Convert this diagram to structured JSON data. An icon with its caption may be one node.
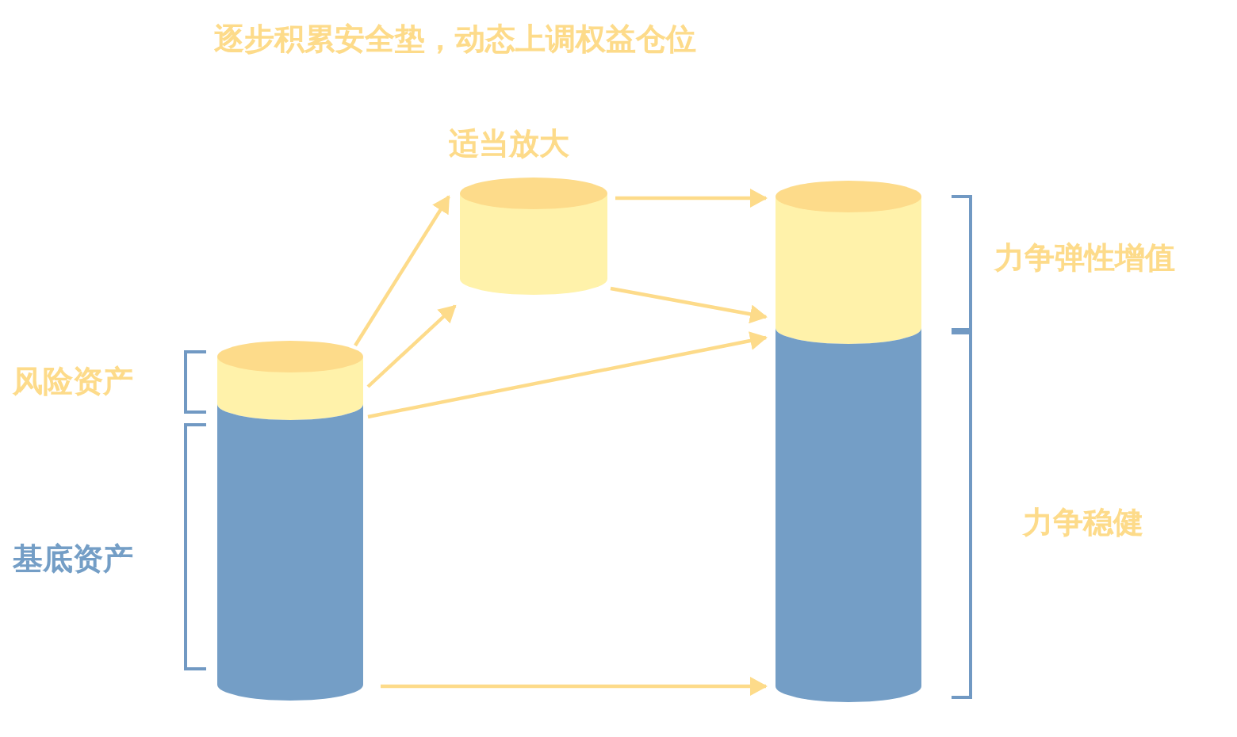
{
  "diagram": {
    "title": "逐步积累安全垫，动态上调权益仓位",
    "nodes": [
      {
        "text": [],
        "shape": "cylinder",
        "beside": [
          "风险资产"
        ]
      },
      {
        "text": [],
        "shape": "cylinder",
        "beside": [
          "基底资产"
        ]
      },
      {
        "text": [],
        "shape": "cylinder",
        "beside": [
          "适当放大"
        ]
      },
      {
        "text": [],
        "shape": "cylinder",
        "beside": [
          "力争弹性增值"
        ]
      },
      {
        "text": [],
        "shape": "cylinder",
        "beside": [
          "力争稳健"
        ]
      }
    ],
    "edges": [
      {
        "from": 0,
        "to": 2,
        "arrow": "to"
      },
      {
        "from": 0,
        "to": 2,
        "arrow": "to"
      },
      {
        "from": 0,
        "to": 3,
        "arrow": "to"
      },
      {
        "from": 2,
        "to": 3,
        "arrow": "to"
      },
      {
        "from": 2,
        "to": 3,
        "arrow": "to"
      },
      {
        "from": 1,
        "to": 4,
        "arrow": "to"
      }
    ]
  }
}
